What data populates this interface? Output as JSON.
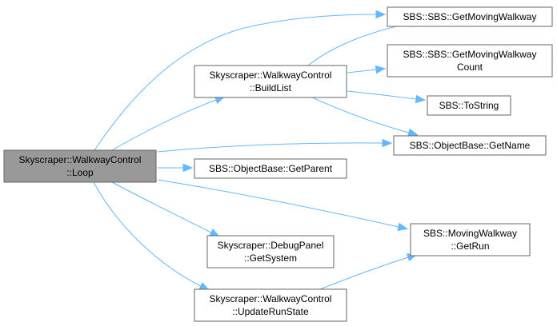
{
  "colors": {
    "node_fill": "#ffffff",
    "node_root_fill": "#999999",
    "node_stroke": "#666666",
    "edge": "#63b8ff"
  },
  "nodes": {
    "loop": {
      "lines": [
        "Skyscraper::WalkwayControl",
        "::Loop"
      ],
      "root": true
    },
    "build_list": {
      "lines": [
        "Skyscraper::WalkwayControl",
        "::BuildList"
      ]
    },
    "get_parent": {
      "lines": [
        "SBS::ObjectBase::GetParent"
      ]
    },
    "get_system": {
      "lines": [
        "Skyscraper::DebugPanel",
        "::GetSystem"
      ]
    },
    "update_run_state": {
      "lines": [
        "Skyscraper::WalkwayControl",
        "::UpdateRunState"
      ]
    },
    "get_moving_walkway": {
      "lines": [
        "SBS::SBS::GetMovingWalkway"
      ]
    },
    "get_moving_walkway_count": {
      "lines": [
        "SBS::SBS::GetMovingWalkway",
        "Count"
      ]
    },
    "to_string": {
      "lines": [
        "SBS::ToString"
      ]
    },
    "get_name": {
      "lines": [
        "SBS::ObjectBase::GetName"
      ]
    },
    "get_run": {
      "lines": [
        "SBS::MovingWalkway",
        "::GetRun"
      ]
    }
  },
  "edges": [
    {
      "from": "loop",
      "to": "get_moving_walkway"
    },
    {
      "from": "loop",
      "to": "build_list"
    },
    {
      "from": "loop",
      "to": "get_name"
    },
    {
      "from": "loop",
      "to": "get_parent"
    },
    {
      "from": "loop",
      "to": "get_run"
    },
    {
      "from": "loop",
      "to": "get_system"
    },
    {
      "from": "loop",
      "to": "update_run_state"
    },
    {
      "from": "build_list",
      "to": "get_moving_walkway"
    },
    {
      "from": "build_list",
      "to": "get_moving_walkway_count"
    },
    {
      "from": "build_list",
      "to": "to_string"
    },
    {
      "from": "build_list",
      "to": "get_name"
    },
    {
      "from": "update_run_state",
      "to": "get_run"
    }
  ]
}
